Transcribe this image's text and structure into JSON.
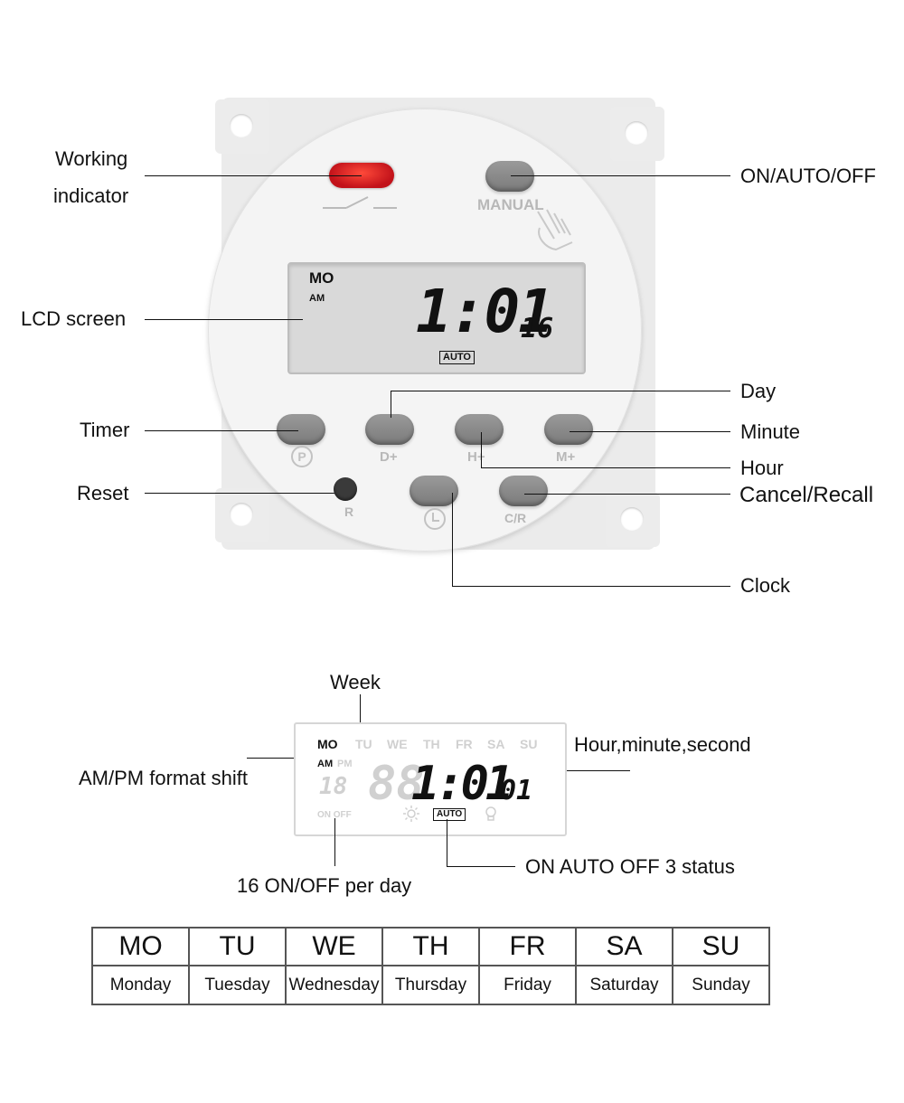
{
  "device": {
    "manual_label": "MANUAL",
    "lcd": {
      "day": "MO",
      "ampm": "AM",
      "time": "1:01",
      "seconds": "16",
      "auto": "AUTO"
    },
    "buttons": {
      "timer": "P",
      "day": "D+",
      "hour": "H+",
      "minute": "M+",
      "reset": "R",
      "cancel_recall": "C/R"
    }
  },
  "callouts": {
    "working_indicator": [
      "Working",
      "indicator"
    ],
    "on_auto_off": "ON/AUTO/OFF",
    "lcd_screen": "LCD screen",
    "timer": "Timer",
    "day": "Day",
    "minute": "Minute",
    "hour": "Hour",
    "reset": "Reset",
    "cancel_recall": "Cancel/Recall",
    "clock": "Clock"
  },
  "lcd_diagram": {
    "days": [
      "MO",
      "TU",
      "WE",
      "TH",
      "FR",
      "SA",
      "SU"
    ],
    "am": "AM",
    "pm": "PM",
    "program_number": "18",
    "time": "1:01",
    "seconds": "01",
    "on_off": "ON OFF",
    "auto": "AUTO",
    "callouts": {
      "week": "Week",
      "ampm": "AM/PM format shift",
      "hms": "Hour,minute,second",
      "per_day": "16 ON/OFF per day",
      "status": "ON AUTO OFF 3 status"
    }
  },
  "day_table": {
    "abbr": [
      "MO",
      "TU",
      "WE",
      "TH",
      "FR",
      "SA",
      "SU"
    ],
    "full": [
      "Monday",
      "Tuesday",
      "Wednesday",
      "Thursday",
      "Friday",
      "Saturday",
      "Sunday"
    ]
  }
}
